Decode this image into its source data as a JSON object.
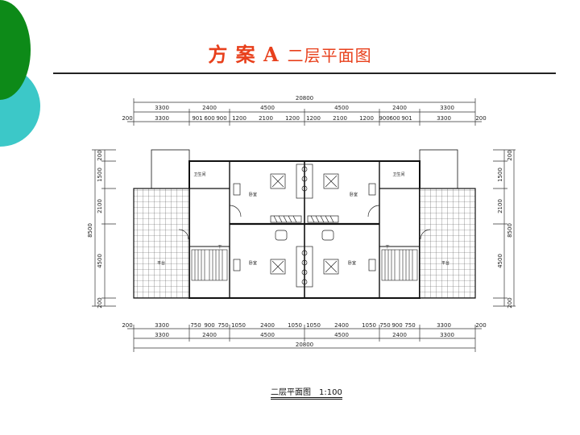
{
  "slide": {
    "title_main": "方 案 A",
    "title_sub": "二层平面图",
    "colors": {
      "title": "#e8401c",
      "deco_green": "#0d8a18",
      "deco_teal": "#3cc8c8"
    }
  },
  "plan": {
    "top_total": "20800",
    "top_row1": [
      "3300",
      "2400",
      "4500",
      "4500",
      "2400",
      "3300"
    ],
    "top_row2": [
      "200",
      "3300",
      "901",
      "600",
      "900",
      "1200",
      "2100",
      "1200",
      "1200",
      "2100",
      "1200",
      "900",
      "600",
      "901",
      "3300",
      "200"
    ],
    "bottom_row1": [
      "200",
      "3300",
      "750",
      "900",
      "750",
      "1050",
      "2400",
      "1050",
      "1050",
      "2400",
      "1050",
      "750",
      "900",
      "750",
      "3300",
      "200"
    ],
    "bottom_row2": [
      "3300",
      "2400",
      "4500",
      "4500",
      "2400",
      "3300"
    ],
    "bottom_total": "20800",
    "left_dims": [
      "200",
      "1500",
      "2100",
      "4500",
      "200"
    ],
    "left_total": "8500",
    "right_dims": [
      "200",
      "1500",
      "2100",
      "4500",
      "200"
    ],
    "right_total": "8500",
    "rooms": {
      "bathroom": "卫生间",
      "bedroom": "卧室",
      "balcony": "平台",
      "stair_down": "下"
    }
  },
  "caption": {
    "text": "二层平面图",
    "scale": "1:100"
  }
}
